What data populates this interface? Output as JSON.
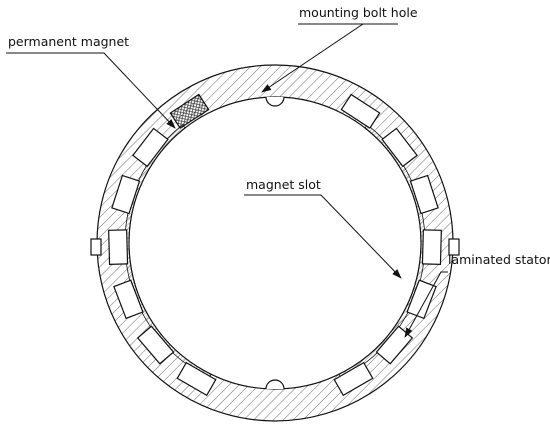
{
  "labels": {
    "permanent_magnet": "permanent magnet",
    "mounting_bolt_hole": "mounting bolt hole",
    "magnet_slot": "magnet slot",
    "laminated_stator": "laminated stator"
  },
  "colors": {
    "line": "#111111",
    "hatch": "#6e6e6e",
    "background": "#ffffff"
  },
  "slot_counts": {
    "left_group": 7,
    "right_group": 7,
    "filled_with_magnet": 1
  }
}
